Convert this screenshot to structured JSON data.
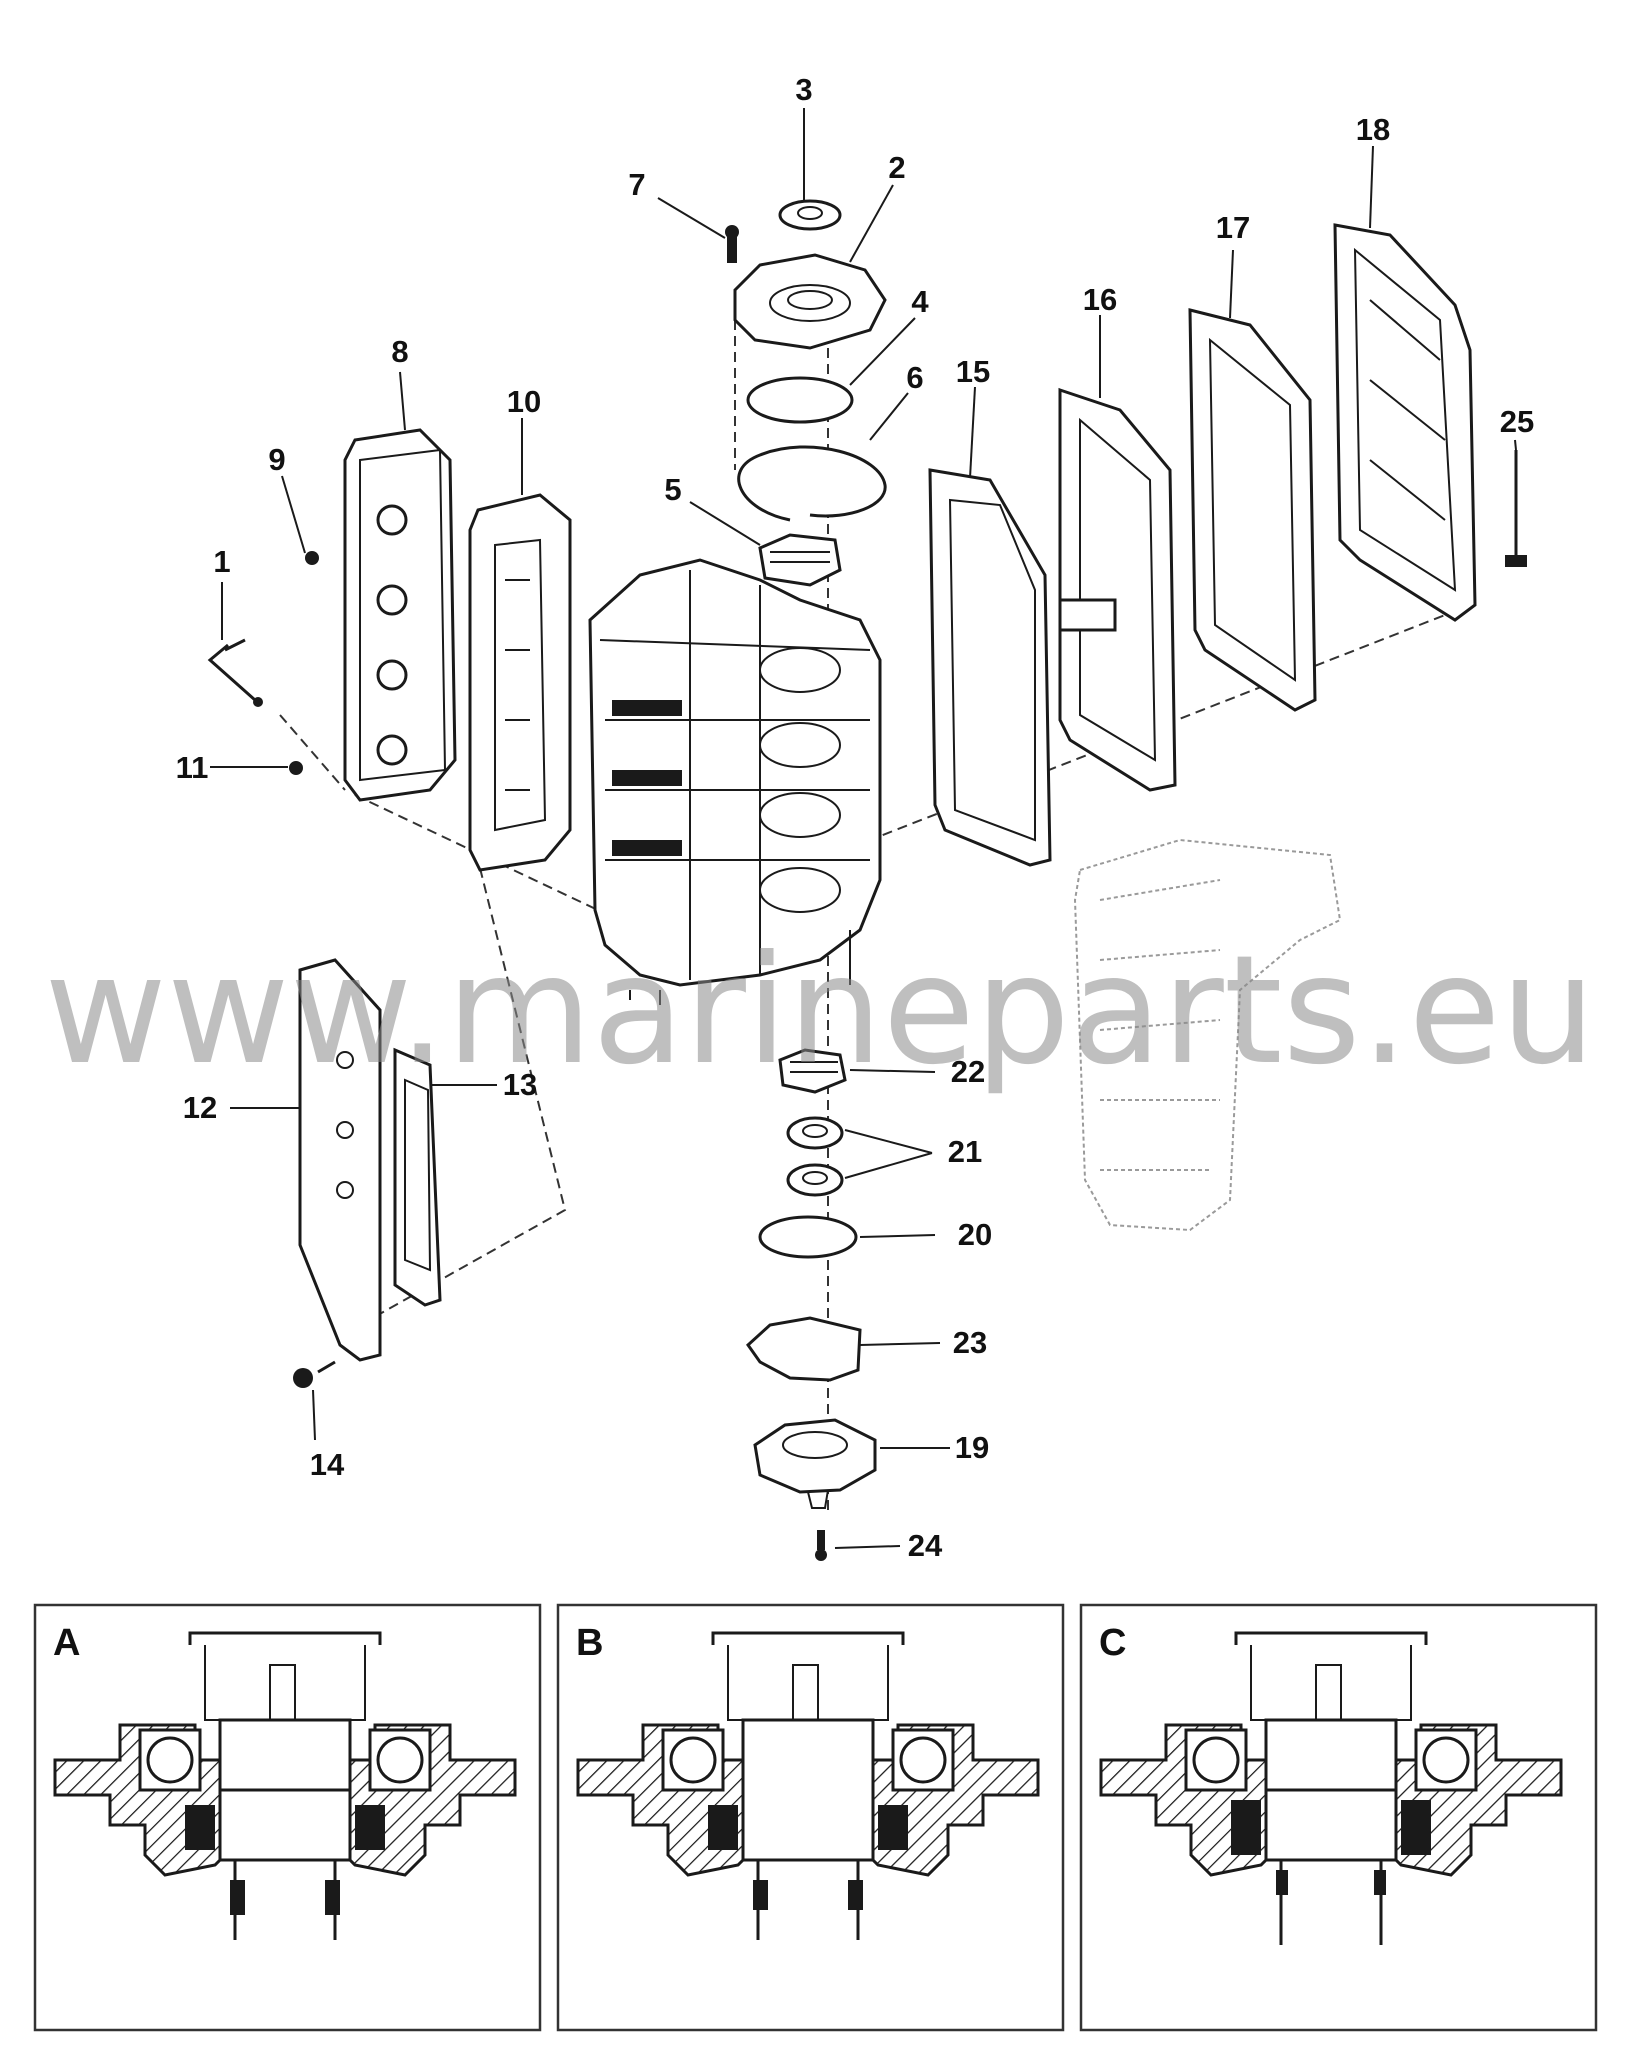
{
  "callouts": [
    {
      "id": "1",
      "label": "1"
    },
    {
      "id": "2",
      "label": "2"
    },
    {
      "id": "3",
      "label": "3"
    },
    {
      "id": "4",
      "label": "4"
    },
    {
      "id": "5",
      "label": "5"
    },
    {
      "id": "6",
      "label": "6"
    },
    {
      "id": "7",
      "label": "7"
    },
    {
      "id": "8",
      "label": "8"
    },
    {
      "id": "9",
      "label": "9"
    },
    {
      "id": "10",
      "label": "10"
    },
    {
      "id": "11",
      "label": "11"
    },
    {
      "id": "12",
      "label": "12"
    },
    {
      "id": "13",
      "label": "13"
    },
    {
      "id": "14",
      "label": "14"
    },
    {
      "id": "15",
      "label": "15"
    },
    {
      "id": "16",
      "label": "16"
    },
    {
      "id": "17",
      "label": "17"
    },
    {
      "id": "18",
      "label": "18"
    },
    {
      "id": "19",
      "label": "19"
    },
    {
      "id": "20",
      "label": "20"
    },
    {
      "id": "21",
      "label": "21"
    },
    {
      "id": "22",
      "label": "22"
    },
    {
      "id": "23",
      "label": "23"
    },
    {
      "id": "24",
      "label": "24"
    },
    {
      "id": "25",
      "label": "25"
    }
  ],
  "detail_panels": [
    {
      "letter": "A"
    },
    {
      "letter": "B"
    },
    {
      "letter": "C"
    }
  ],
  "watermark": "www.marineparts.eu"
}
